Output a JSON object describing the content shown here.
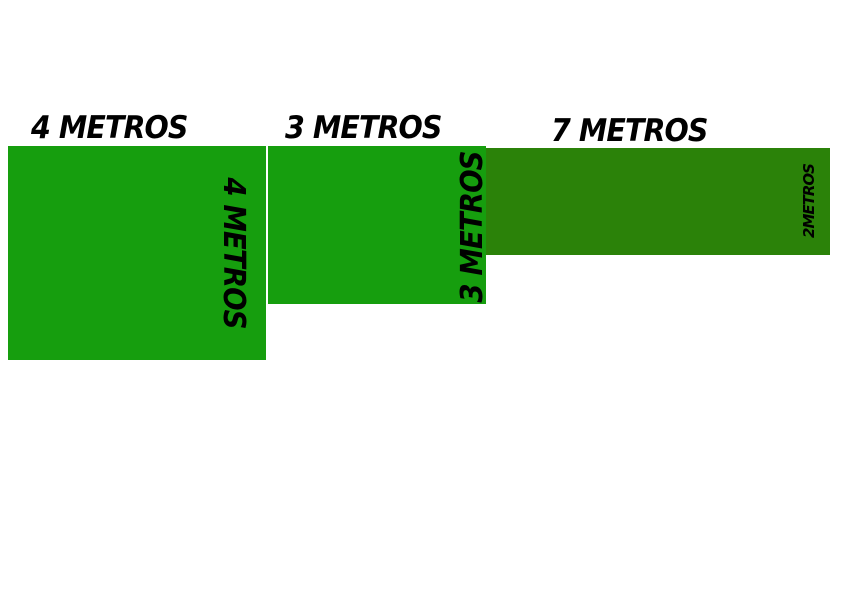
{
  "colors": {
    "square_4": "#169e0e",
    "square_3": "#169e0e",
    "rect_7x2": "#2b8209",
    "label": "#000000",
    "background": "#ffffff"
  },
  "shapes": [
    {
      "id": "square-4",
      "width_label": "4 METROS",
      "height_label": "4 METROS"
    },
    {
      "id": "square-3",
      "width_label": "3 METROS",
      "height_label": "3 METROS"
    },
    {
      "id": "rect-7x2",
      "width_label": "7 METROS",
      "height_label": "2METROS"
    }
  ]
}
